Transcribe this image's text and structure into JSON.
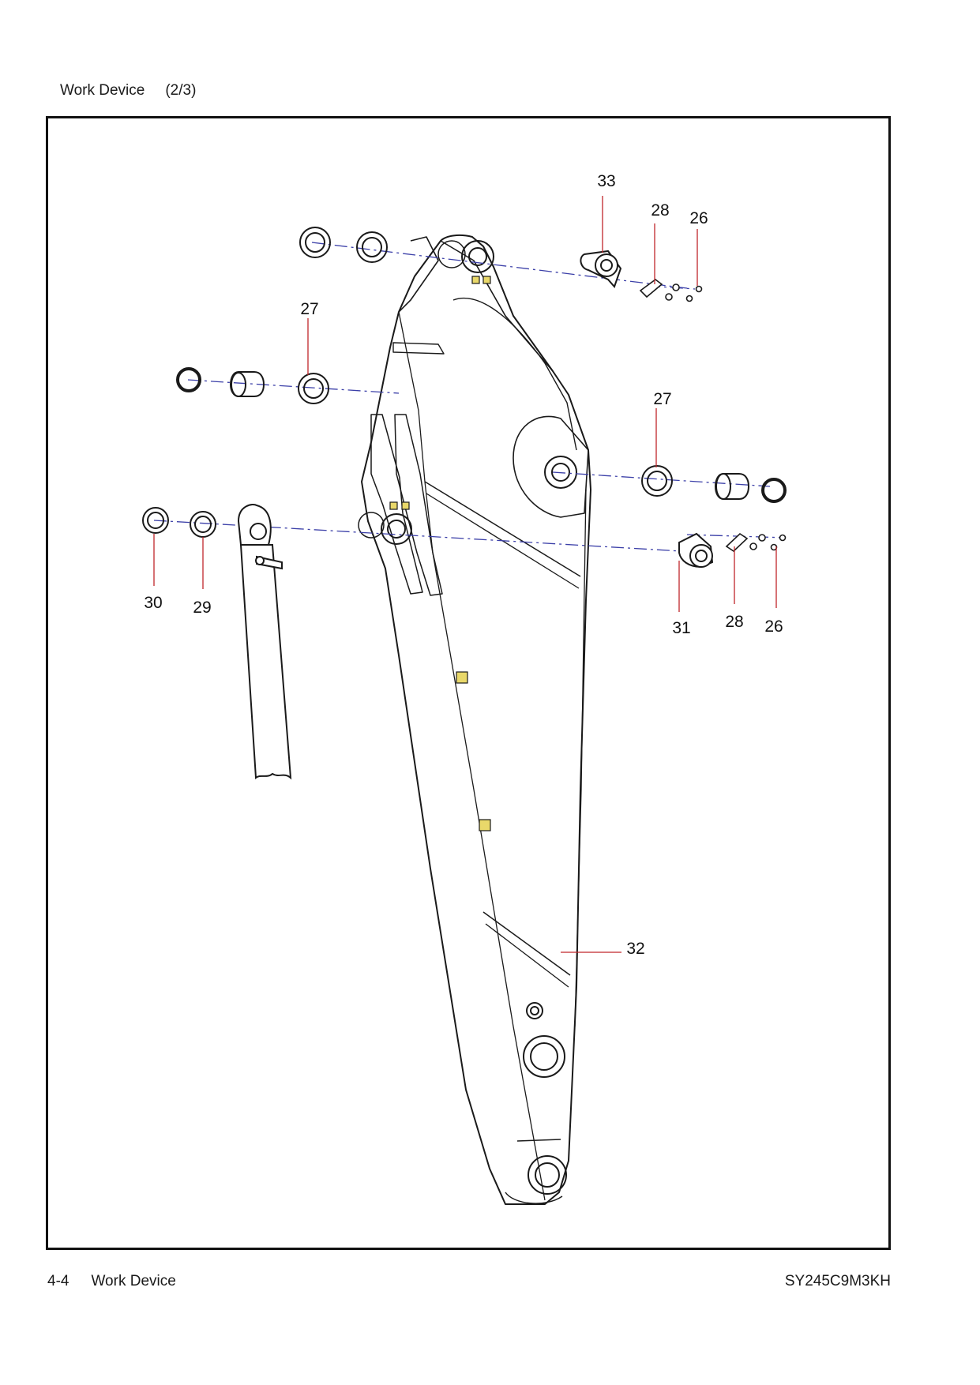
{
  "header": {
    "section": "Work Device",
    "page_of": "(2/3)"
  },
  "callouts": {
    "c33": "33",
    "c28_top": "28",
    "c26_top": "26",
    "c27_left": "27",
    "c27_right": "27",
    "c30": "30",
    "c29": "29",
    "c31": "31",
    "c28_bottom": "28",
    "c26_bottom": "26",
    "c32": "32"
  },
  "footer": {
    "page_number": "4-4",
    "section": "Work Device",
    "model": "SY245C9M3KH"
  },
  "colors": {
    "leader": "#c0262b",
    "centerline": "#3b3fa8",
    "outline": "#1a1a1a",
    "sticker": "#e9d86a"
  }
}
